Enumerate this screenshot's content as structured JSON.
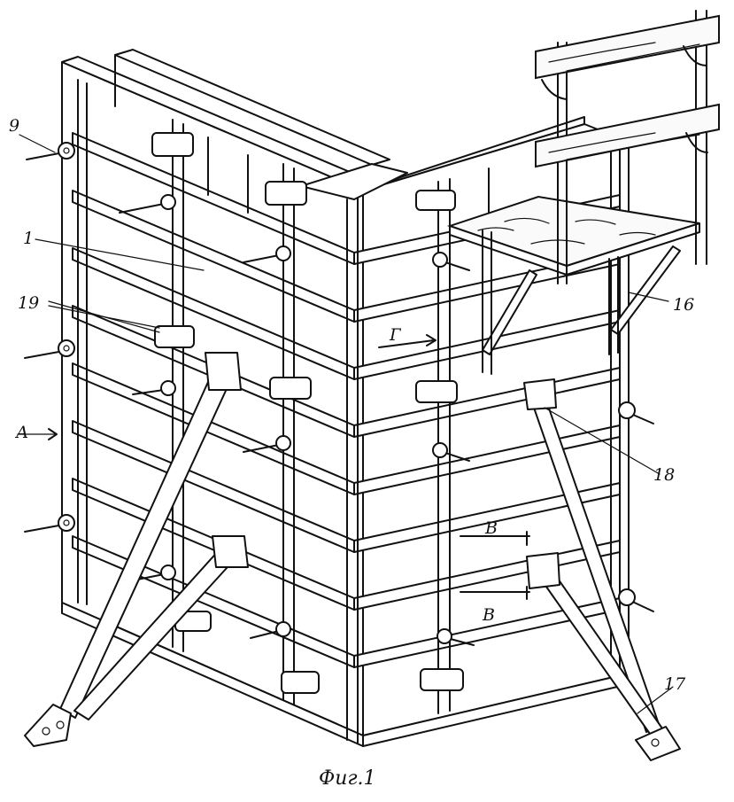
{
  "caption": "Фиг.1",
  "labels": {
    "l9": "9",
    "l1": "1",
    "l19": "19",
    "lA": "А",
    "lG": "Г",
    "l16": "16",
    "l18": "18",
    "lB1": "В",
    "lB2": "В",
    "l17": "17"
  }
}
